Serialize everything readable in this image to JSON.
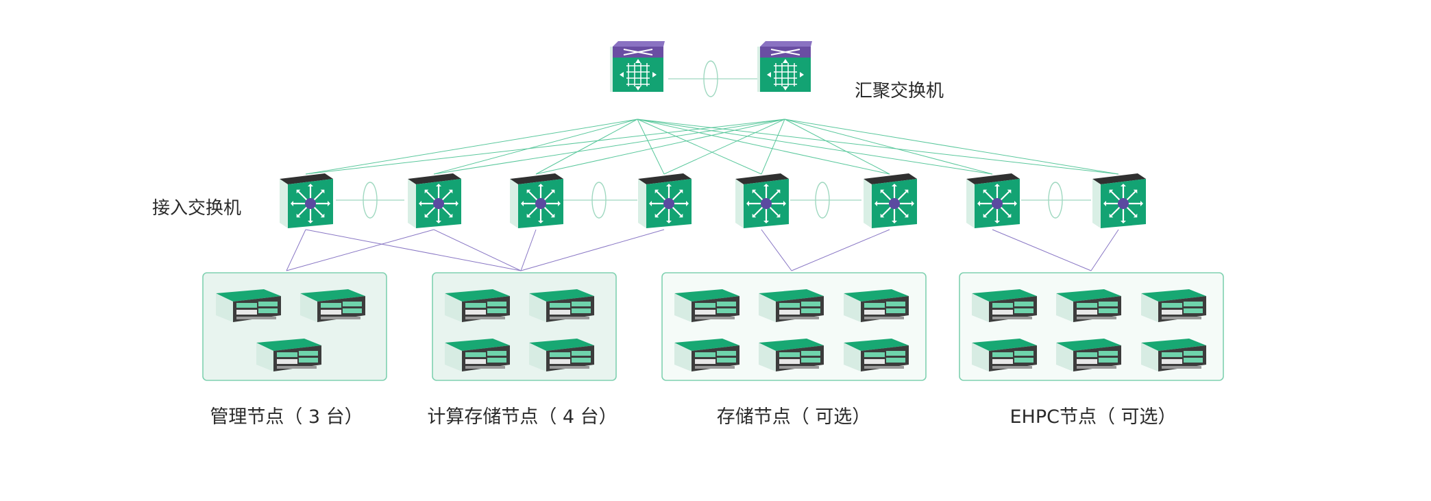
{
  "labels": {
    "core_switch": "汇聚交换机",
    "access_switch": "接入交换机"
  },
  "groups": [
    {
      "id": "mgmt",
      "label": "管理节点（ 3 台）",
      "server_count": 3
    },
    {
      "id": "compute",
      "label": "计算存储节点（ 4 台）",
      "server_count": 4
    },
    {
      "id": "storage",
      "label": "存储节点（ 可选）",
      "server_count": 6
    },
    {
      "id": "ehpc",
      "label": "EHPC节点（ 可选）",
      "server_count": 6
    }
  ],
  "devices": {
    "core_switch_count": 2,
    "access_switch_count": 8
  },
  "colors": {
    "switch_green": "#13a373",
    "switch_purple": "#6a4ea3",
    "hub_purple": "#5b4aa0",
    "server_top_green": "#18a873",
    "server_front_dark": "#3c3c3c",
    "group_fill": "#e8f4ef",
    "group_fill_light": "#f5fbf8",
    "group_border": "#7fd1b0",
    "uplink_line": "#58c79b",
    "downlink_line": "#8876c4",
    "stack_line": "#9fd8c0"
  },
  "icons": {
    "core_switch": "core-switch-icon",
    "access_switch": "access-switch-icon",
    "server": "rack-server-icon"
  }
}
